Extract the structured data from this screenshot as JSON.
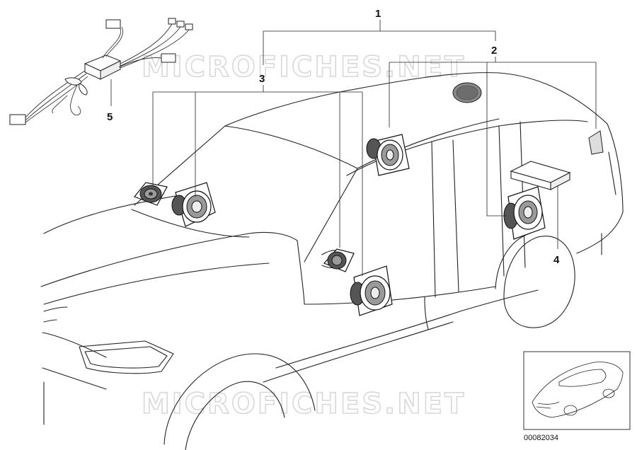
{
  "callouts": {
    "c1": "1",
    "c2": "2",
    "c3": "3",
    "c4": "4",
    "c5": "5"
  },
  "watermark": "MICROFICHES.NET",
  "doc_number": "00082034"
}
